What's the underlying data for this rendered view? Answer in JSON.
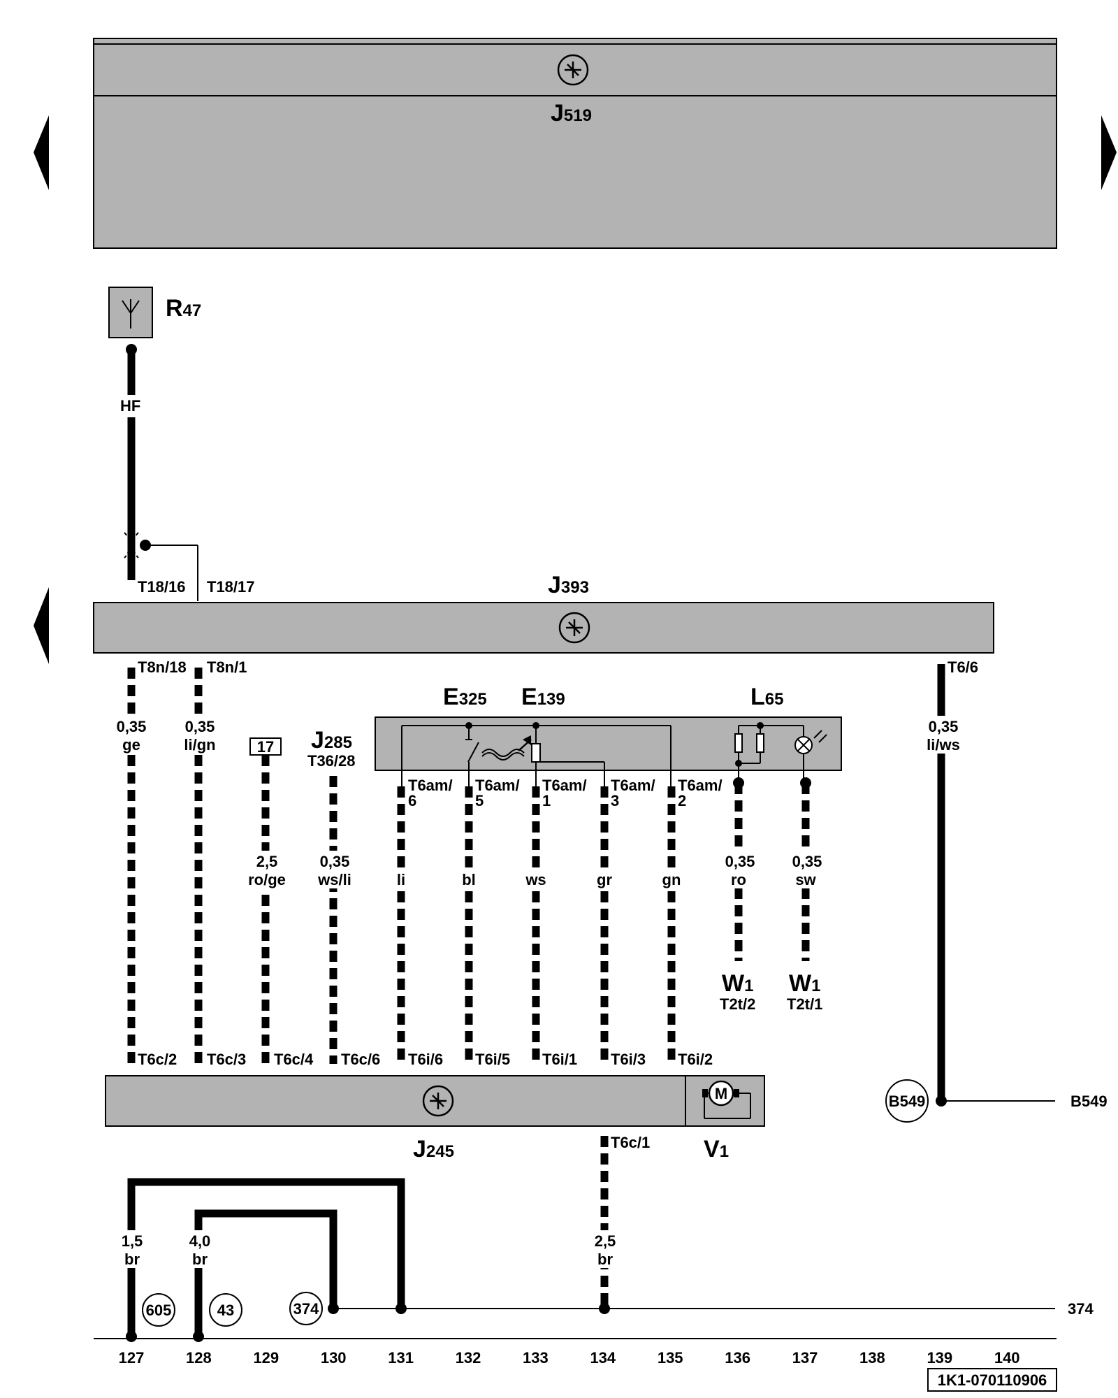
{
  "components": {
    "j519": {
      "letter": "J",
      "sub": "519"
    },
    "r47": {
      "letter": "R",
      "sub": "47"
    },
    "j393": {
      "letter": "J",
      "sub": "393"
    },
    "e325": {
      "letter": "E",
      "sub": "325"
    },
    "e139": {
      "letter": "E",
      "sub": "139"
    },
    "l65": {
      "letter": "L",
      "sub": "65"
    },
    "j285": {
      "letter": "J",
      "sub": "285",
      "pin": "T36/28"
    },
    "j245": {
      "letter": "J",
      "sub": "245"
    },
    "v1": {
      "letter": "V",
      "sub": "1"
    },
    "w1a": {
      "letter": "W",
      "sub": "1",
      "pin": "T2t/2"
    },
    "w1b": {
      "letter": "W",
      "sub": "1",
      "pin": "T2t/1"
    }
  },
  "motor_label": "M",
  "hf_label": "HF",
  "ref_box": "17",
  "pins": {
    "t18_16": "T18/16",
    "t18_17": "T18/17",
    "t8n_18": "T8n/18",
    "t8n_1": "T8n/1",
    "t6_6": "T6/6",
    "t6am_6": [
      "T6am/",
      "6"
    ],
    "t6am_5": [
      "T6am/",
      "5"
    ],
    "t6am_1": [
      "T6am/",
      "1"
    ],
    "t6am_3": [
      "T6am/",
      "3"
    ],
    "t6am_2": [
      "T6am/",
      "2"
    ],
    "t6c_2": "T6c/2",
    "t6c_3": "T6c/3",
    "t6c_4": "T6c/4",
    "t6c_6": "T6c/6",
    "t6i_6": "T6i/6",
    "t6i_5": "T6i/5",
    "t6i_1": "T6i/1",
    "t6i_3": "T6i/3",
    "t6i_2": "T6i/2",
    "t6c_1": "T6c/1"
  },
  "wires": {
    "w127": {
      "size": "0,35",
      "color": "ge"
    },
    "w128": {
      "size": "0,35",
      "color": "li/gn"
    },
    "w129": {
      "size": "2,5",
      "color": "ro/ge"
    },
    "w130": {
      "size": "0,35",
      "color": "ws/li"
    },
    "w131": {
      "color": "li"
    },
    "w132": {
      "color": "bl"
    },
    "w133": {
      "color": "ws"
    },
    "w134": {
      "color": "gr"
    },
    "w135": {
      "color": "gn"
    },
    "w136": {
      "size": "0,35",
      "color": "ro"
    },
    "w137": {
      "size": "0,35",
      "color": "sw"
    },
    "w139": {
      "size": "0,35",
      "color": "li/ws"
    },
    "g127": {
      "size": "1,5",
      "color": "br"
    },
    "g128": {
      "size": "4,0",
      "color": "br"
    },
    "g134": {
      "size": "2,5",
      "color": "br"
    }
  },
  "grounds": {
    "g605": "605",
    "g43": "43",
    "g374": "374",
    "b549": "B549"
  },
  "right_labels": {
    "b549": "B549",
    "g374": "374"
  },
  "columns": [
    "127",
    "128",
    "129",
    "130",
    "131",
    "132",
    "133",
    "134",
    "135",
    "136",
    "137",
    "138",
    "139",
    "140"
  ],
  "doc_code": "1K1-070110906"
}
